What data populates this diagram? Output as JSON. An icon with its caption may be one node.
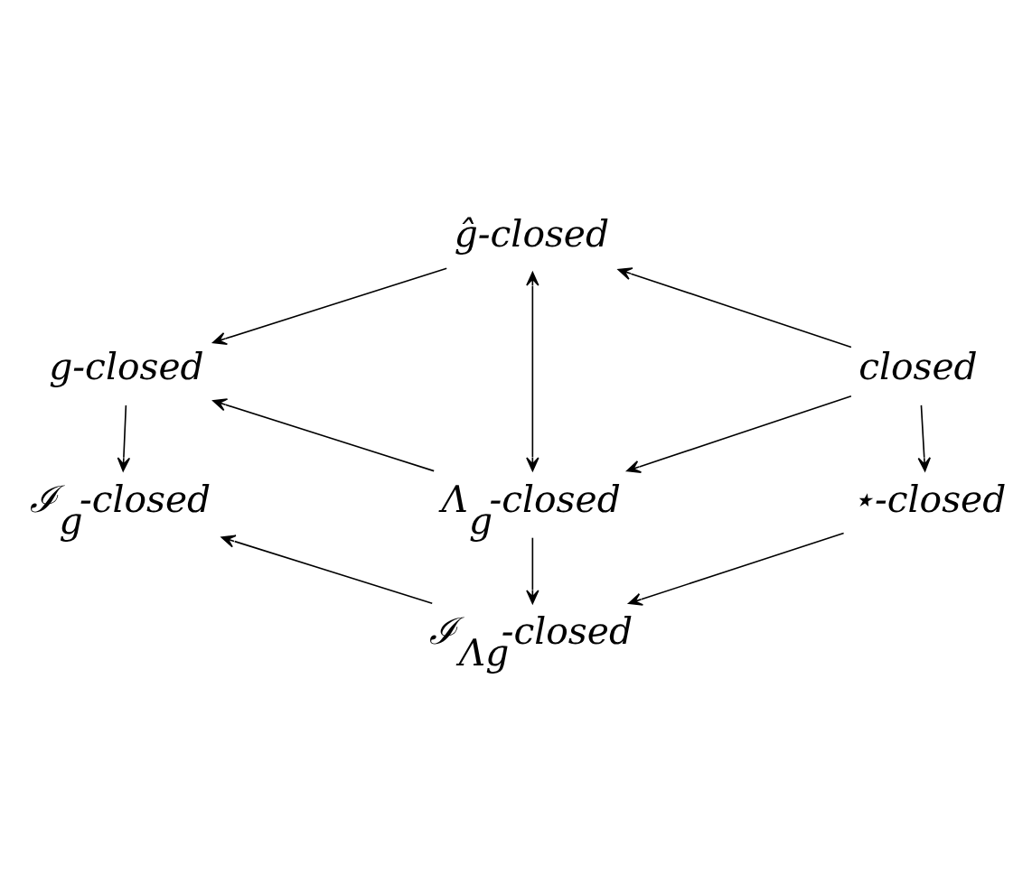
{
  "diagram": {
    "nodes": [
      {
        "text": [
          "ĝ-closed"
        ]
      },
      {
        "text": [
          "closed"
        ]
      },
      {
        "text": [
          "g-closed"
        ]
      },
      {
        "text": [
          "Λ$_{g}$-closed"
        ]
      },
      {
        "text": [
          "⋆-closed"
        ]
      },
      {
        "text": [
          "ℐ$_{g}$-closed"
        ]
      },
      {
        "text": [
          "ℐ$_{Λg}$-closed"
        ]
      }
    ],
    "edges": [
      {
        "from": 1,
        "to": 0,
        "arrow": "to"
      },
      {
        "from": 0,
        "to": 2,
        "arrow": "to"
      },
      {
        "from": 0,
        "to": 3,
        "arrow": "both"
      },
      {
        "from": 1,
        "to": 3,
        "arrow": "to"
      },
      {
        "from": 3,
        "to": 2,
        "arrow": "to"
      },
      {
        "from": 1,
        "to": 4,
        "arrow": "to"
      },
      {
        "from": 2,
        "to": 5,
        "arrow": "to"
      },
      {
        "from": 3,
        "to": 6,
        "arrow": "to"
      },
      {
        "from": 4,
        "to": 6,
        "arrow": "to"
      },
      {
        "from": 6,
        "to": 5,
        "arrow": "to"
      }
    ]
  }
}
